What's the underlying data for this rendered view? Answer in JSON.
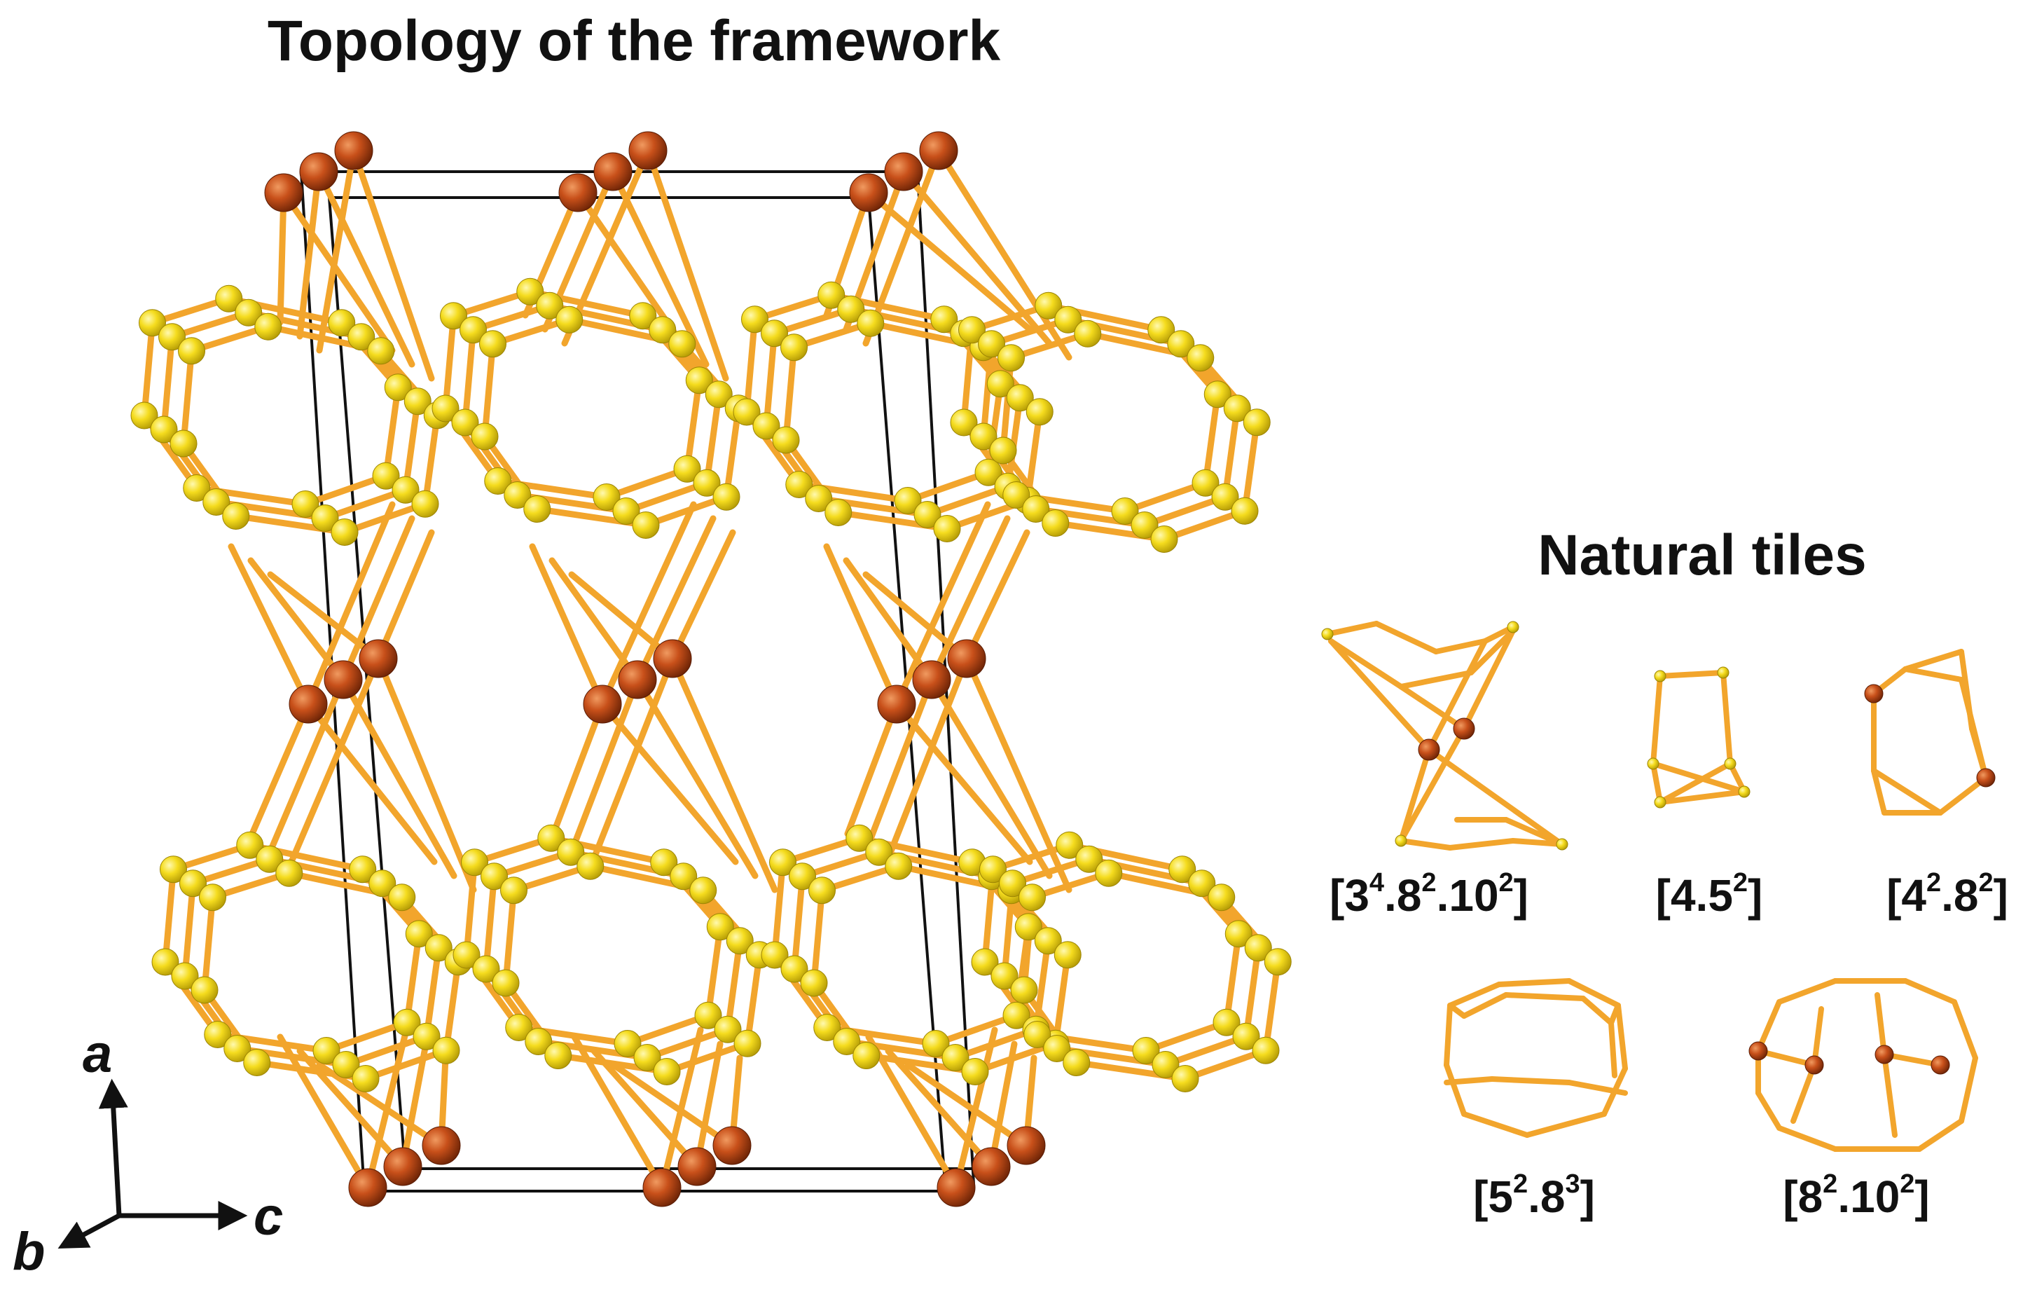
{
  "framework": {
    "title": "Topology of the framework"
  },
  "tiles": {
    "title": "Natural tiles",
    "labels": [
      {
        "id": "t1",
        "base": [
          "3",
          "4",
          ".8",
          "2",
          ".10",
          "2"
        ]
      },
      {
        "id": "t2",
        "base": [
          "4.5",
          "2"
        ]
      },
      {
        "id": "t3",
        "base": [
          "4",
          "2",
          ".8",
          "2"
        ]
      },
      {
        "id": "t4",
        "base": [
          "5",
          "2",
          ".8",
          "3"
        ]
      },
      {
        "id": "t5",
        "base": [
          "8",
          "2",
          ".10",
          "2"
        ]
      }
    ]
  },
  "axes": {
    "a": "a",
    "b": "b",
    "c": "c"
  },
  "colors": {
    "bond": "#f2a52c",
    "yellow_node": "#f5dc1e",
    "orange_node": "#c8501a",
    "cell_edge": "#111111"
  },
  "icons": [
    "axis-arrow-icon"
  ]
}
